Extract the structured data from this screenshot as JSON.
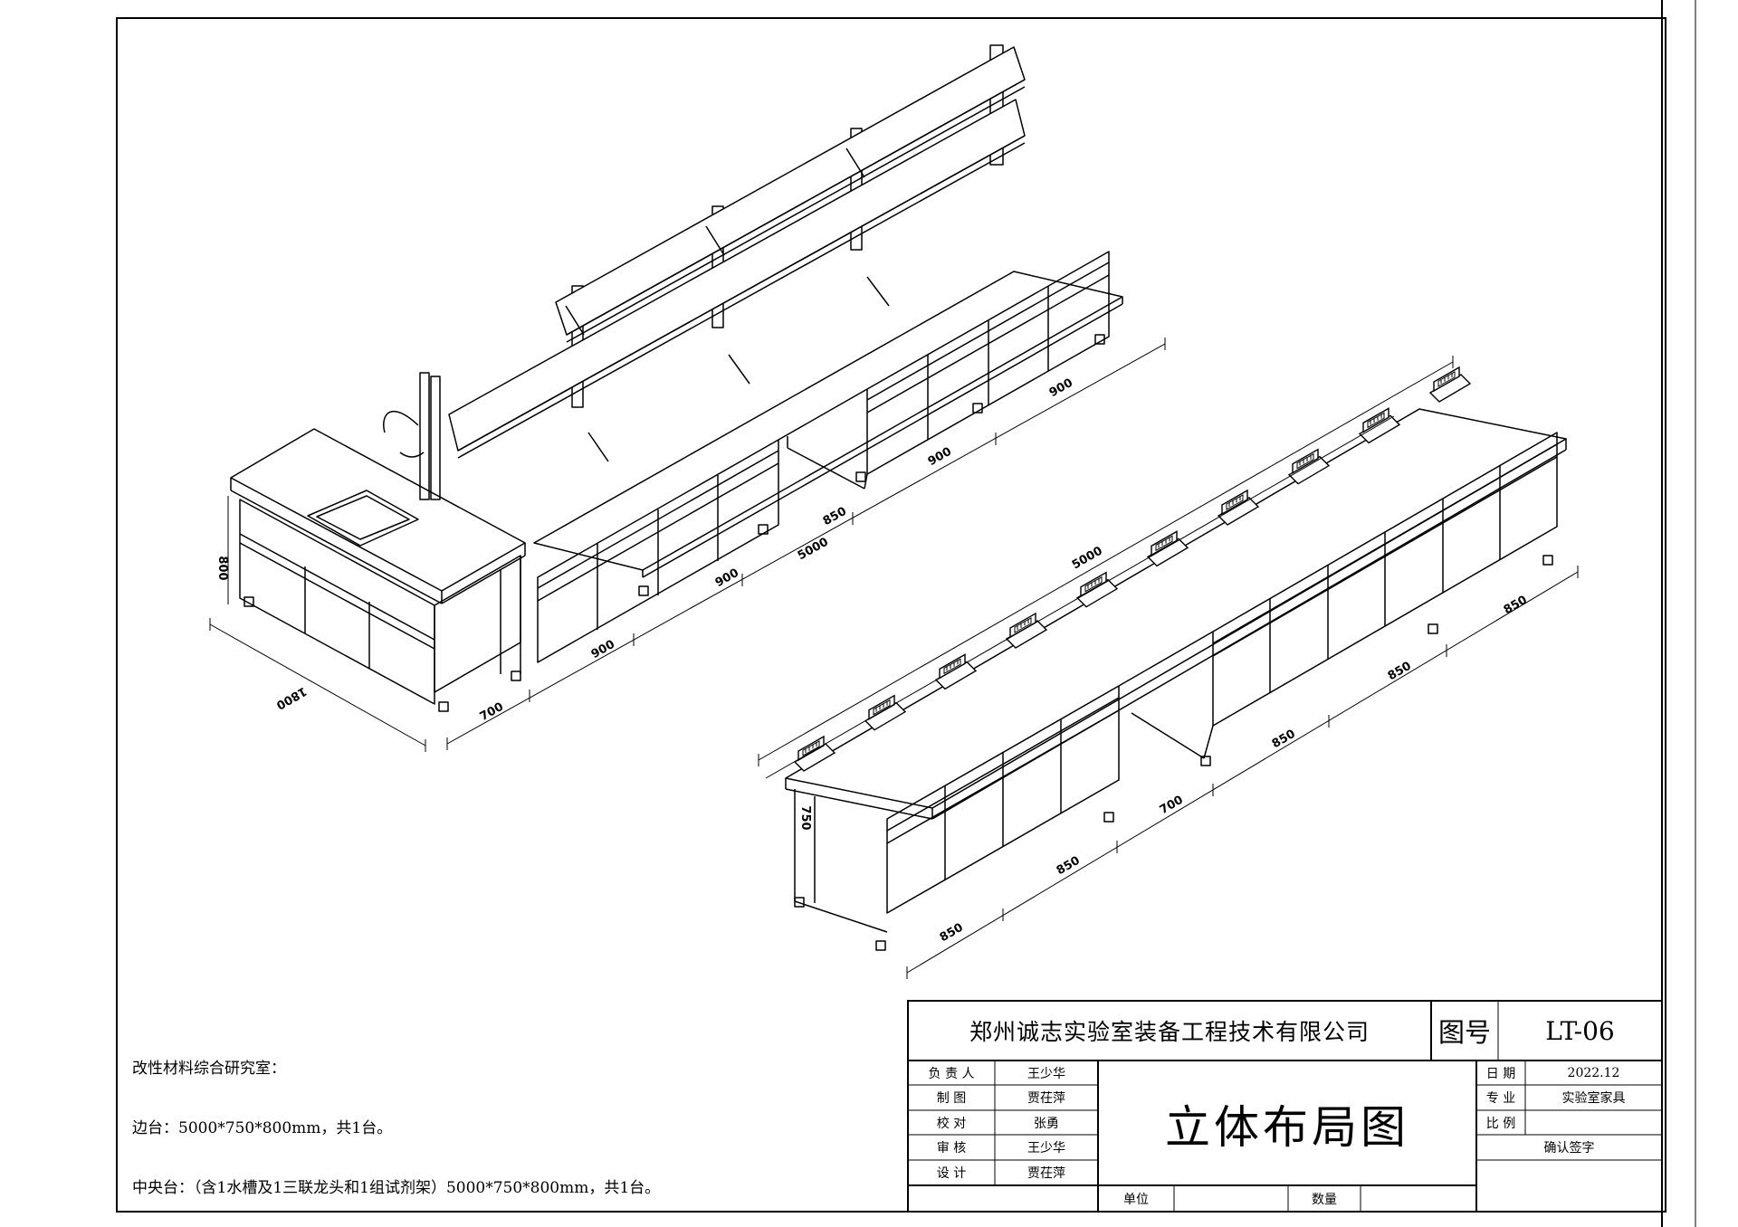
{
  "notes": {
    "line1": "改性材料综合研究室：",
    "line2": "边台：5000*750*800mm，共1台。",
    "line3": "中央台：（含1水槽及1三联龙头和1组试剂架）5000*750*800mm，共1台。"
  },
  "title_block": {
    "company": "郑州诚志实验室装备工程技术有限公司",
    "drawing_no_label": "图号",
    "drawing_no": "LT-06",
    "title": "立体布局图",
    "roles": [
      {
        "label": "负 责 人",
        "name": "王少华"
      },
      {
        "label": "制    图",
        "name": "贾茌萍"
      },
      {
        "label": "校    对",
        "name": "张勇"
      },
      {
        "label": "审    核",
        "name": "王少华"
      },
      {
        "label": "设    计",
        "name": "贾茌萍"
      }
    ],
    "date_label": "日    期",
    "date": "2022.12",
    "major_label": "专    业",
    "major": "实验室家具",
    "scale_label": "比    例",
    "scale": "",
    "confirm_label": "确认签字",
    "unit_label": "单位",
    "qty_label": "数量"
  },
  "dimensions": {
    "bench1": {
      "depth": "1800",
      "height": "800",
      "total": "5000",
      "segments": [
        "700",
        "900",
        "900",
        "850",
        "900",
        "900"
      ]
    },
    "bench2": {
      "height": "750",
      "total": "5000",
      "segments": [
        "850",
        "850",
        "700",
        "850",
        "850",
        "850"
      ]
    }
  }
}
